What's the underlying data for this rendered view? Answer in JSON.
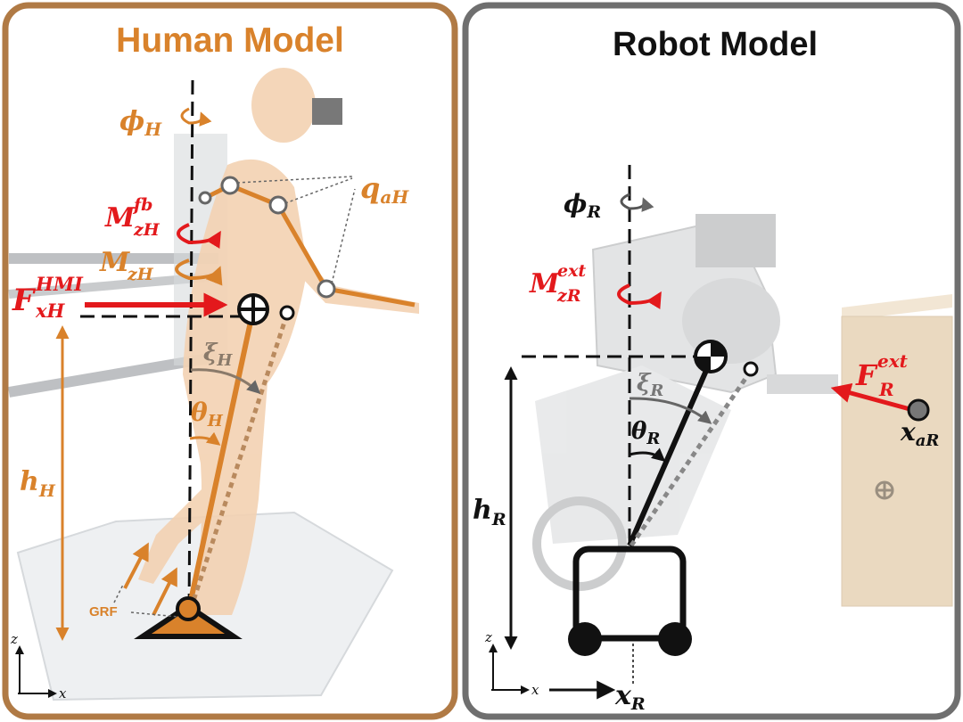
{
  "panels": {
    "human": {
      "title": "Human Model",
      "phi": {
        "main": "ϕ",
        "sub": "H"
      },
      "q": {
        "main": "q",
        "sub": "aH"
      },
      "mfb": {
        "main": "M",
        "sup": "fb",
        "sub": "zH"
      },
      "mz": {
        "main": "M",
        "sub": "zH"
      },
      "f": {
        "main": "F",
        "sup": "HMI",
        "sub": "xH"
      },
      "xi": {
        "main": "ξ",
        "sub": "H"
      },
      "theta": {
        "main": "θ",
        "sub": "H"
      },
      "h": {
        "main": "h",
        "sub": "H"
      },
      "grf": "GRF",
      "axis_z": "z",
      "axis_x": "x"
    },
    "robot": {
      "title": "Robot Model",
      "phi": {
        "main": "ϕ",
        "sub": "R"
      },
      "mext": {
        "main": "M",
        "sup": "ext",
        "sub": "zR"
      },
      "f": {
        "main": "F",
        "sup": "ext",
        "sub": "R"
      },
      "xi": {
        "main": "ξ",
        "sub": "R"
      },
      "theta": {
        "main": "θ",
        "sub": "R"
      },
      "h": {
        "main": "h",
        "sub": "R"
      },
      "xa": {
        "main": "x",
        "sub": "aR"
      },
      "xr": {
        "main": "x",
        "sub": "R"
      },
      "axis_z": "z",
      "axis_x": "x"
    }
  },
  "colors": {
    "human_accent": "#d9822b",
    "human_border": "#b07a45",
    "robot_border": "#6f6f6f",
    "force": "#e3191c",
    "ink": "#111111",
    "gray_label": "#7a7a7a",
    "crate": "#ead9c0"
  },
  "icons": [
    "center-of-mass-icon",
    "pivot-triangle-icon",
    "wheel-icon",
    "crate-icon"
  ]
}
